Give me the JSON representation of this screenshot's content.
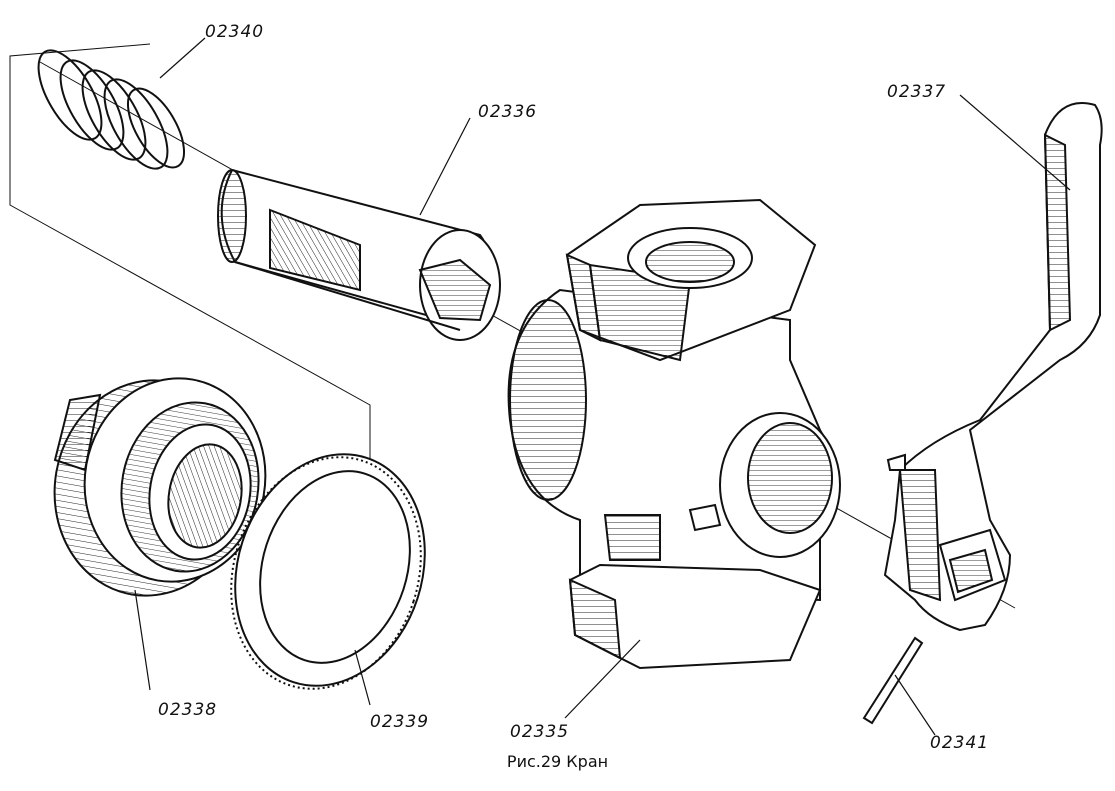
{
  "figure": {
    "caption": "Рис.29 Кран",
    "parts": [
      {
        "id": "spring",
        "label": "02340"
      },
      {
        "id": "plug",
        "label": "02336"
      },
      {
        "id": "handle",
        "label": "02337"
      },
      {
        "id": "nut",
        "label": "02338"
      },
      {
        "id": "gasket",
        "label": "02339"
      },
      {
        "id": "body",
        "label": "02335"
      },
      {
        "id": "pin",
        "label": "02341"
      }
    ]
  }
}
